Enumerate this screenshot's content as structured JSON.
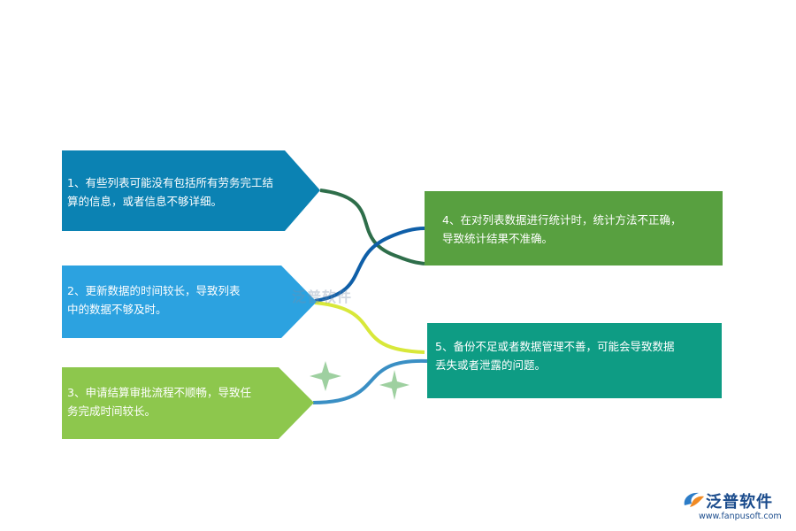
{
  "colors": {
    "box1": "#0b82b3",
    "box2": "#2ca2e0",
    "box3": "#8dc74d",
    "box4": "#58a040",
    "box5": "#0e9c84",
    "connector_dark_green": "#2e6e4a",
    "connector_blue": "#0f5fa8",
    "connector_yellow": "#d8e83a",
    "connector_light_blue": "#3a8fc4",
    "sparkle": "#9ed0a0",
    "brand": "#1a4b8c"
  },
  "boxes": {
    "box1": {
      "line1": "1、有些列表可能没有包括所有劳务完工结",
      "line2": "算的信息，或者信息不够详细。"
    },
    "box2": {
      "line1": "2、更新数据的时间较长，导致列表",
      "line2": "中的数据不够及时。"
    },
    "box3": {
      "line1": "3、申请结算审批流程不顺畅，导致任",
      "line2": "务完成时间较长。"
    },
    "box4": {
      "line1": "4、在对列表数据进行统计时，统计方法不正确，",
      "line2": "导致统计结果不准确。"
    },
    "box5": {
      "line1": "5、备份不足或者数据管理不善，可能会导致数据",
      "line2": "丢失或者泄露的问题。"
    }
  },
  "watermark": {
    "text": "泛普软件"
  },
  "brand": {
    "name": "泛普软件",
    "url": "www.fanpusoft.com",
    "logo_icon": "fanpu-logo-icon"
  }
}
